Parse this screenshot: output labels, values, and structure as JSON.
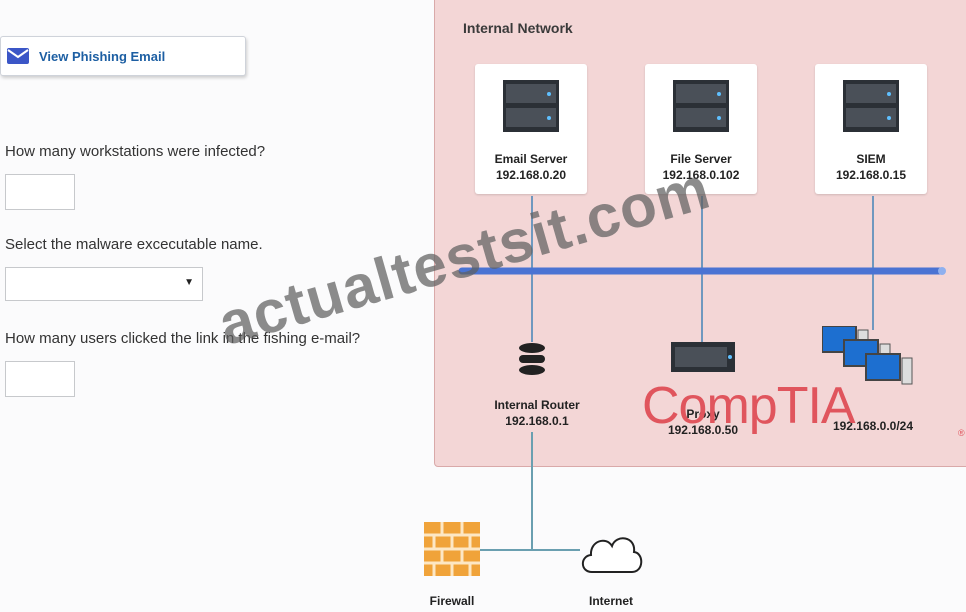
{
  "left": {
    "button_label": "View Phishing Email",
    "q1": "How many workstations were infected?",
    "q2": "Select the malware excecutable name.",
    "q3": "How many users clicked the link in the fishing e-mail?"
  },
  "network": {
    "title": "Internal Network",
    "email_name": "Email Server",
    "email_ip": "192.168.0.20",
    "file_name": "File Server",
    "file_ip": "192.168.0.102",
    "siem_name": "SIEM",
    "siem_ip": "192.168.0.15",
    "router_name": "Internal Router",
    "router_ip": "192.168.0.1",
    "proxy_name": "Proxy",
    "proxy_ip": "192.168.0.50",
    "ws_subnet": "192.168.0.0/24",
    "firewall": "Firewall",
    "internet": "Internet"
  },
  "watermark": "actualtestsit.com",
  "logo": "CompTIA"
}
